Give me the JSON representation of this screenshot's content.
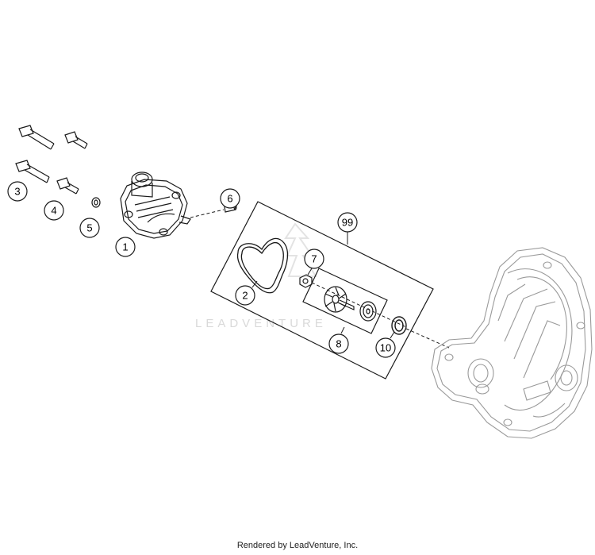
{
  "diagram": {
    "callouts": [
      "1",
      "2",
      "3",
      "4",
      "5",
      "6",
      "7",
      "8",
      "10",
      "99"
    ],
    "watermark": "LEADVENTURE",
    "footer": "Rendered by LeadVenture, Inc.",
    "colors": {
      "line": "#1a1a1a",
      "ghost_part": "#9a9a9a",
      "watermark": "#d9d9d9"
    }
  }
}
